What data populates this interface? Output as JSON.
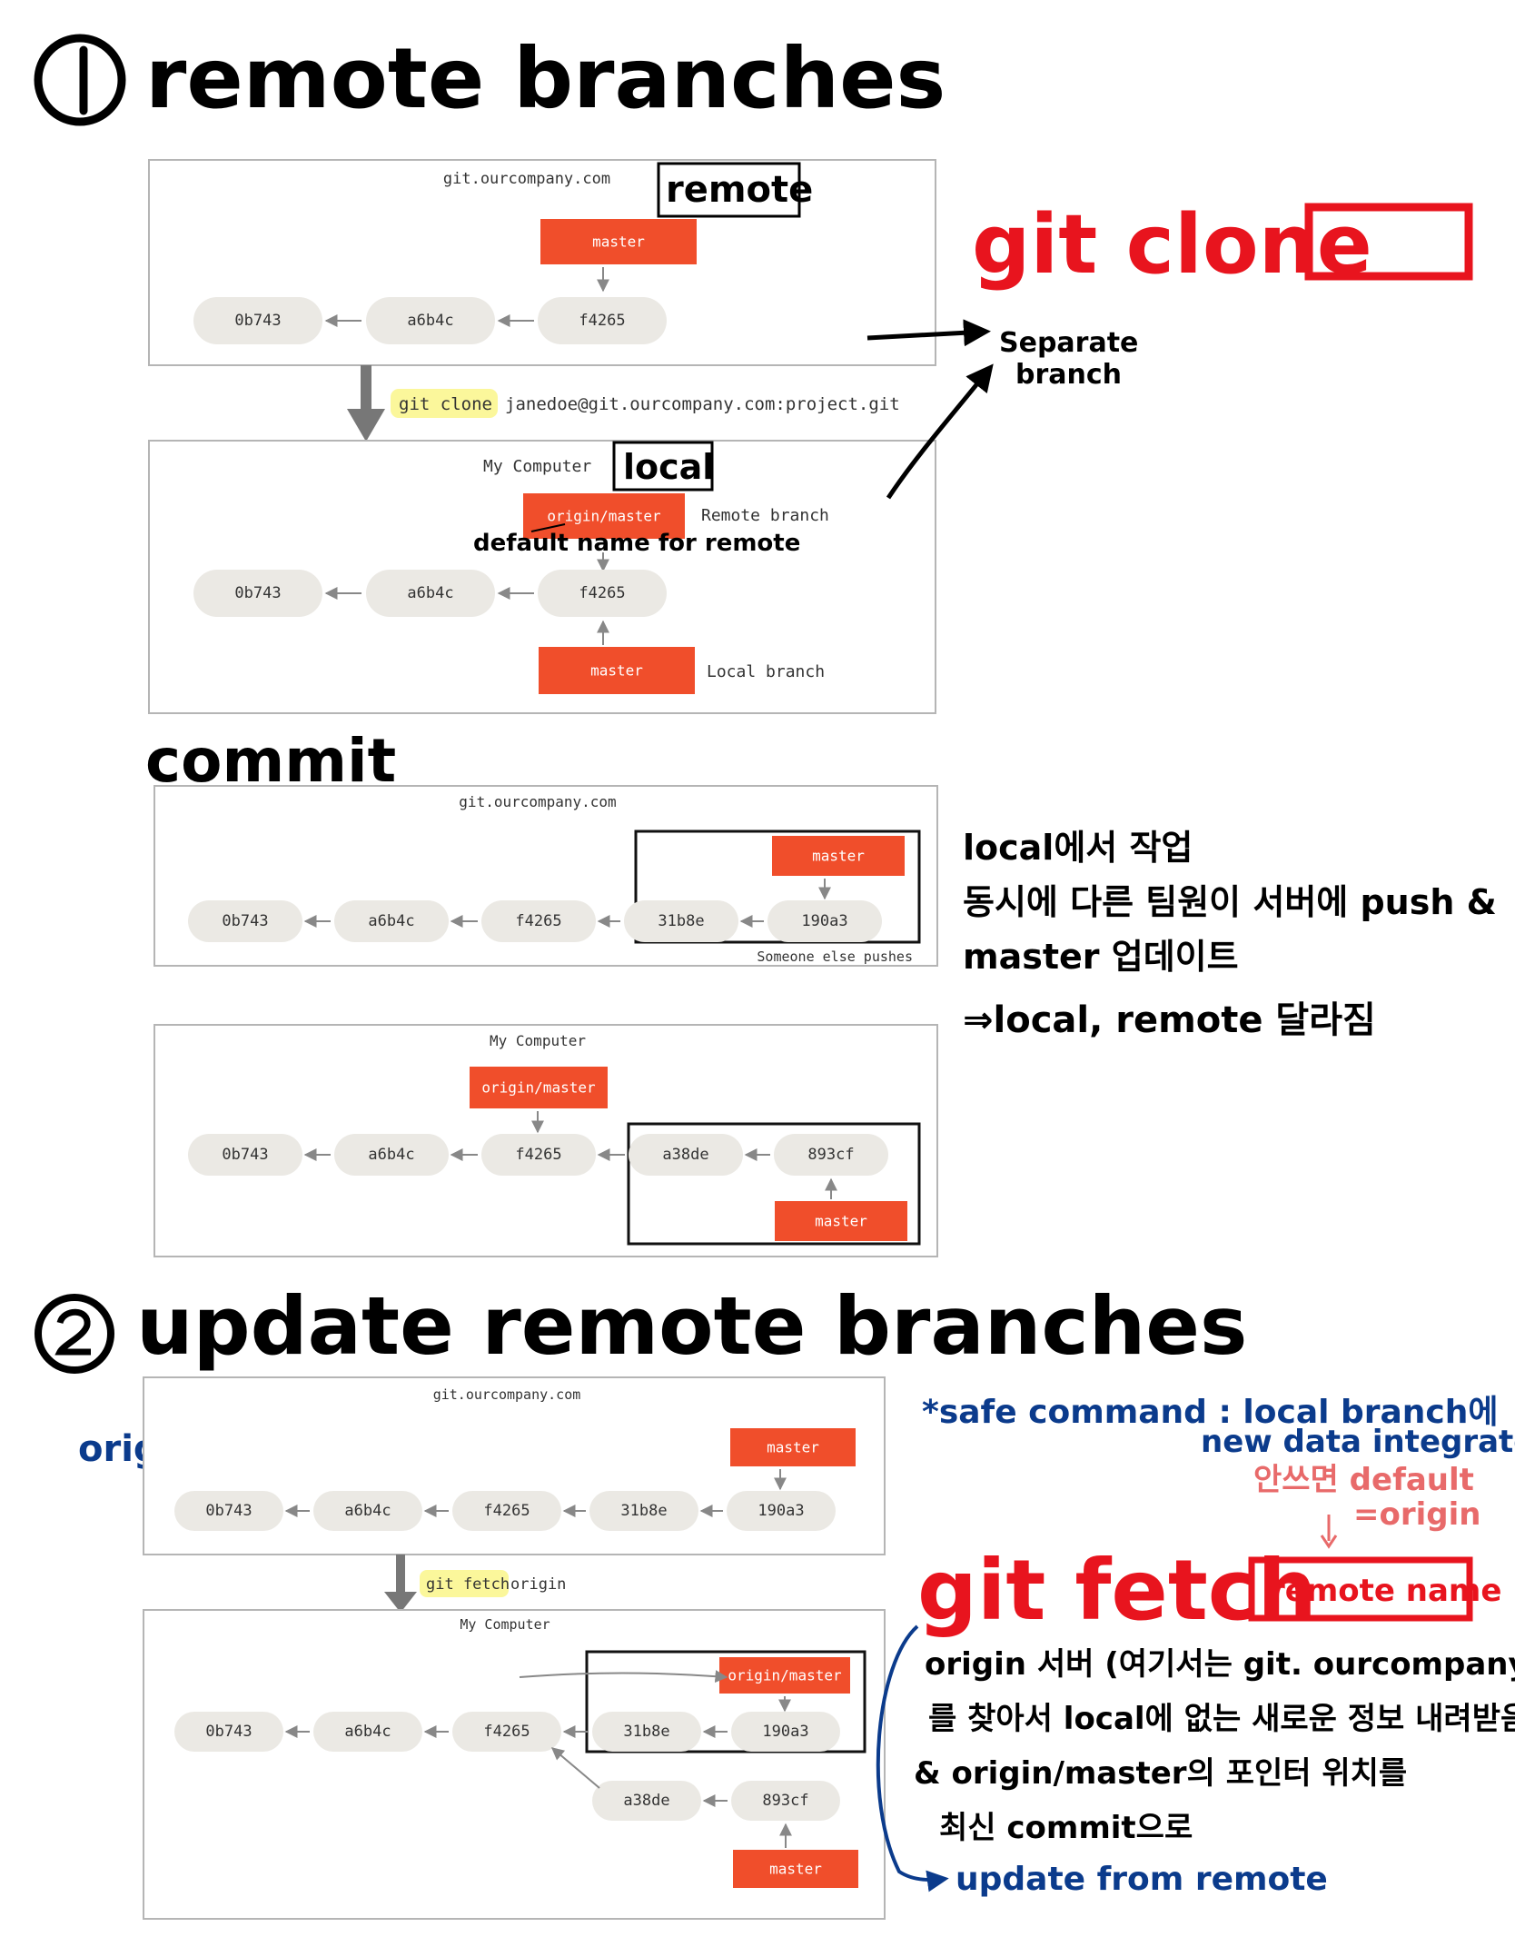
{
  "sections": {
    "one": {
      "number": "①",
      "title": "remote branches"
    },
    "two": {
      "number": "②",
      "title": "update remote branches"
    }
  },
  "diagram1": {
    "server_title": "git.ourcompany.com",
    "server_master": "master",
    "commits": [
      "0b743",
      "a6b4c",
      "f4265"
    ],
    "clone_command": "git clone",
    "clone_args": "janedoe@git.ourcompany.com:project.git",
    "local_title": "My Computer",
    "origin_master": "origin/master",
    "remote_branch_label": "Remote branch",
    "local_master": "master",
    "local_branch_label": "Local branch"
  },
  "diagram2": {
    "server_title": "git.ourcompany.com",
    "commits": [
      "0b743",
      "a6b4c",
      "f4265",
      "31b8e",
      "190a3"
    ],
    "master": "master",
    "someone_pushes": "Someone else pushes"
  },
  "diagram3": {
    "local_title": "My Computer",
    "origin_master": "origin/master",
    "commits": [
      "0b743",
      "a6b4c",
      "f4265",
      "a38de",
      "893cf"
    ],
    "master": "master"
  },
  "diagram4": {
    "server_title": "git.ourcompany.com",
    "server_commits": [
      "0b743",
      "a6b4c",
      "f4265",
      "31b8e",
      "190a3"
    ],
    "server_master": "master",
    "fetch_command": "git fetch",
    "fetch_args": "origin",
    "local_title": "My Computer",
    "origin_master": "origin/master",
    "local_commits": [
      "0b743",
      "a6b4c",
      "f4265",
      "31b8e",
      "190a3"
    ],
    "branch_commits": [
      "a38de",
      "893cf"
    ],
    "local_master": "master"
  },
  "annotations": {
    "remote_tag": "remote",
    "local_tag": "local",
    "git_clone": "git clone",
    "separate_line1": "Separate",
    "separate_line2": "branch",
    "default_name": "default name for remote",
    "commit_heading": "commit",
    "korean_note1_line1": "local에서 작업",
    "korean_note1_line2": "동시에 다른 팀원이 서버에 push &",
    "korean_note1_line3": "master 업데이트",
    "korean_note1_line4": "⇒local, remote 달라짐",
    "origin_label": "origin",
    "safe_line1": "*safe command : local branch에",
    "safe_line2": "new data integrate X",
    "default_origin_line1": "안쓰면 default",
    "default_origin_line2": "=origin",
    "git_fetch": "git fetch",
    "remote_name": "remote name",
    "fetch_note_line1": "origin 서버 (여기서는 git. ourcompany~)",
    "fetch_note_line2": "를 찾아서 local에 없는 새로운 정보 내려받음",
    "fetch_note_line3": "& origin/master의 포인터 위치를",
    "fetch_note_line4": "최신 commit으로",
    "update_from_remote": "update from remote"
  },
  "colors": {
    "ref_red": "#f04e2b",
    "commit_gray": "#ebe9e4",
    "annotation_red": "#e8141e",
    "annotation_blue": "#0b3b8c",
    "annotation_pink": "#e86a6a",
    "highlight_yellow": "#fbf79b"
  }
}
